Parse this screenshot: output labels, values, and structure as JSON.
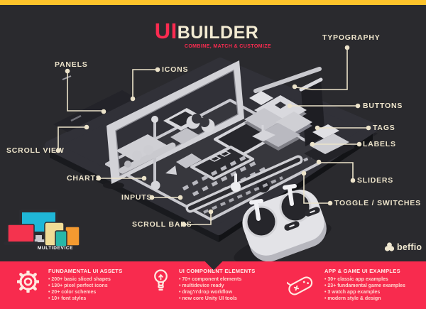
{
  "header": {
    "title_primary": "UI",
    "title_secondary": "BUILDER",
    "subtitle": "COMBINE, MATCH & CUSTOMIZE"
  },
  "callouts": {
    "panels": "PANELS",
    "icons": "ICONS",
    "scroll_view": "SCROLL VIEW",
    "charts": "CHARTS",
    "inputs": "INPUTS",
    "scroll_bars": "SCROLL BARS",
    "typography": "TYPOGRAPHY",
    "buttons": "BUTTONS",
    "tags": "TAGS",
    "labels": "LABELS",
    "sliders": "SLIDERS",
    "toggle_switches": "TOGGLE / SWITCHES"
  },
  "multidevice": {
    "label": "MULTIDEVICE"
  },
  "brand": {
    "name": "beffio"
  },
  "features": [
    {
      "icon": "gear-icon",
      "heading": "FUNDAMENTAL UI ASSETS",
      "items": [
        "200+ basic sliced shapes",
        "130+ pixel perfect icons",
        "20+ color schemes",
        "10+ font styles"
      ]
    },
    {
      "icon": "lightbulb-icon",
      "heading": "UI COMPONENT ELEMENTS",
      "items": [
        "70+ component elements",
        "multidevice ready",
        "drag'n'drop workflow",
        "new core Unity UI tools"
      ]
    },
    {
      "icon": "gamepad-icon",
      "heading": "APP & GAME UI EXAMPLES",
      "items": [
        "30+ classic app examples",
        "23+ fundamental game examples",
        "3 watch app examples",
        "modern style & design"
      ]
    }
  ],
  "colors": {
    "background": "#2a2a2e",
    "accent_red": "#f82b4e",
    "accent_yellow": "#fdc32b",
    "cream_text": "#ece3ca"
  }
}
